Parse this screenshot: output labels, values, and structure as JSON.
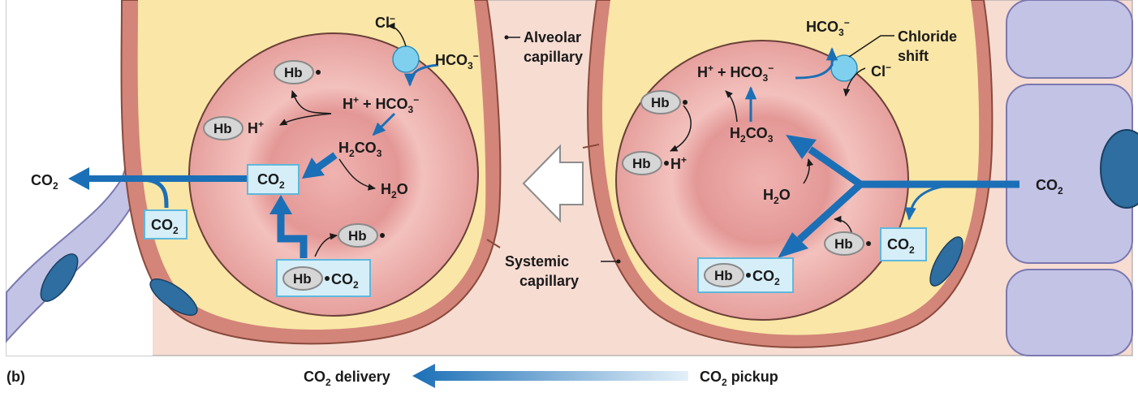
{
  "panel_label": "(b)",
  "left_process": {
    "co2_out": "CO₂",
    "plasma_co2": "CO₂",
    "rbc_co2": "CO₂",
    "hb_co2": "Hb•CO₂",
    "hb_free_top": "Hb",
    "hb_h": "Hb H⁺",
    "h_hco3": "H⁺ + HCO₃⁻",
    "h2co3": "H₂CO₃",
    "h2o": "H₂O",
    "hb_free_bottom": "Hb",
    "cl": "Cl⁻",
    "hco3_in": "HCO₃⁻",
    "alveolar_capillary": [
      "Alveolar",
      "capillary"
    ]
  },
  "right_process": {
    "co2_in": "CO₂",
    "plasma_co2": "CO₂",
    "hb_co2": "Hb•CO₂",
    "hb_bottom": "Hb",
    "hb_top": "Hb",
    "hb_h": "Hb H⁺",
    "h_hco3": "H⁺ + HCO₃⁻",
    "h2co3": "H₂CO₃",
    "h2o": "H₂O",
    "hco3_out": "HCO₃⁻",
    "cl": "Cl⁻",
    "chloride_shift": [
      "Chloride",
      "shift"
    ],
    "systemic_capillary": [
      "Systemic",
      "capillary"
    ]
  },
  "footer": {
    "delivery": "CO₂ delivery",
    "pickup": "CO₂ pickup"
  },
  "colors": {
    "arrow_blue": "#1b6fb6",
    "box_fill": "#d6eef8",
    "box_stroke": "#5fb8dc",
    "rbc": "#e9a2a0",
    "plasma": "#fae6a6",
    "tissue": "#f7dcd2",
    "wall": "#d3857a",
    "cell_purple": "#c3c3e6",
    "nucleus": "#2e6ea0"
  }
}
